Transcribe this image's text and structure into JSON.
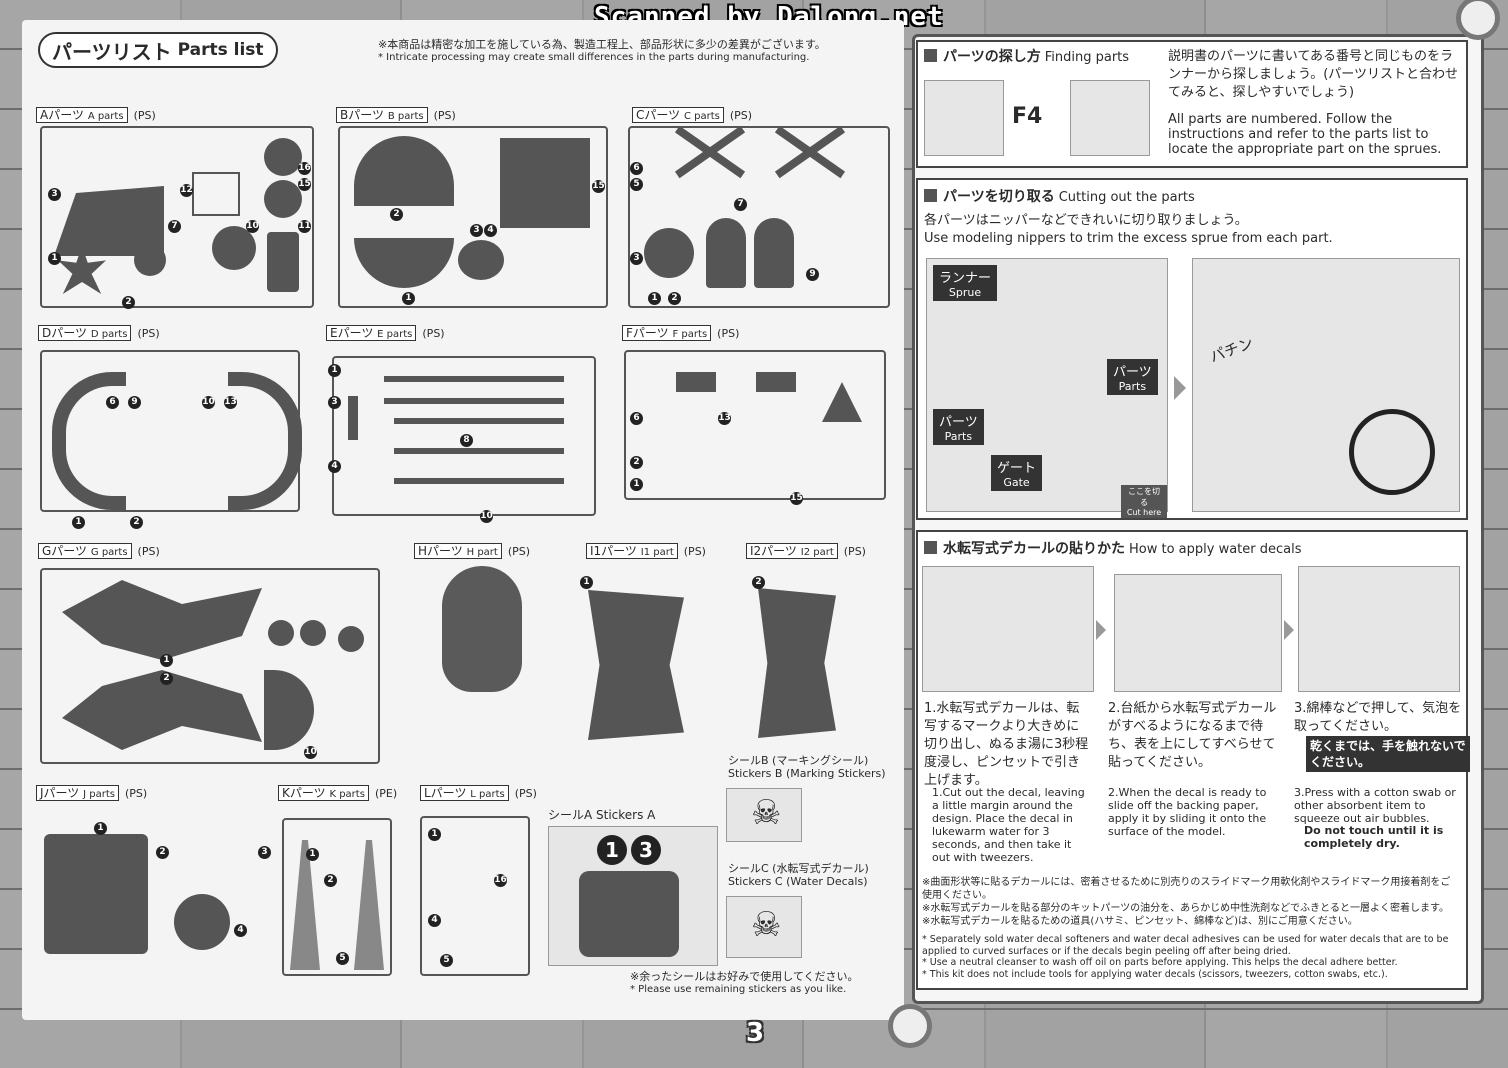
{
  "watermark": "Scanned by Dalong.net",
  "page_number": "3",
  "parts_list": {
    "title_jp": "パーツリスト",
    "title_en": "Parts list",
    "note_jp": "※本商品は精密な加工を施している為、製造工程上、部品形状に多少の差異がございます。",
    "note_en": "* Intricate processing may create small differences in the parts during manufacturing.",
    "sprues": [
      {
        "jp": "Aパーツ",
        "en": "A parts",
        "mat": "(PS)"
      },
      {
        "jp": "Bパーツ",
        "en": "B parts",
        "mat": "(PS)"
      },
      {
        "jp": "Cパーツ",
        "en": "C parts",
        "mat": "(PS)"
      },
      {
        "jp": "Dパーツ",
        "en": "D parts",
        "mat": "(PS)"
      },
      {
        "jp": "Eパーツ",
        "en": "E parts",
        "mat": "(PS)"
      },
      {
        "jp": "Fパーツ",
        "en": "F parts",
        "mat": "(PS)"
      },
      {
        "jp": "Gパーツ",
        "en": "G parts",
        "mat": "(PS)"
      },
      {
        "jp": "Hパーツ",
        "en": "H part",
        "mat": "(PS)"
      },
      {
        "jp": "I1パーツ",
        "en": "I1 part",
        "mat": "(PS)"
      },
      {
        "jp": "I2パーツ",
        "en": "I2 part",
        "mat": "(PS)"
      },
      {
        "jp": "Jパーツ",
        "en": "J parts",
        "mat": "(PS)"
      },
      {
        "jp": "Kパーツ",
        "en": "K parts",
        "mat": "(PE)"
      },
      {
        "jp": "Lパーツ",
        "en": "L parts",
        "mat": "(PS)"
      }
    ],
    "stickers": {
      "a": "シールA Stickers A",
      "b_jp": "シールB (マーキングシール)",
      "b_en": "Stickers B (Marking Stickers)",
      "c_jp": "シールC (水転写式デカール)",
      "c_en": "Stickers C (Water Decals)",
      "note_jp": "※余ったシールはお好みで使用してください。",
      "note_en": "* Please use remaining stickers as you like."
    }
  },
  "finding": {
    "title_jp": "パーツの探し方",
    "title_en": "Finding parts",
    "example": "F4",
    "body_jp": "説明書のパーツに書いてある番号と同じものをランナーから探しましょう。(パーツリストと合わせてみると、探しやすいでしょう)",
    "body_en": "All parts are numbered. Follow the instructions and refer to the parts list to locate the appropriate part on the sprues."
  },
  "cutting": {
    "title_jp": "パーツを切り取る",
    "title_en": "Cutting out the parts",
    "body_jp": "各パーツはニッパーなどできれいに切り取りましょう。",
    "body_en": "Use modeling nippers to trim the excess sprue from each part.",
    "tags": [
      {
        "jp": "ランナー",
        "en": "Sprue"
      },
      {
        "jp": "パーツ",
        "en": "Parts"
      },
      {
        "jp": "パーツ",
        "en": "Parts"
      },
      {
        "jp": "ゲート",
        "en": "Gate"
      }
    ],
    "cut_here_jp": "ここを切る",
    "cut_here_en": "Cut here",
    "snap": "パチン"
  },
  "decals": {
    "title_jp": "水転写式デカールの貼りかた",
    "title_en": "How to apply water decals",
    "steps": [
      {
        "jp": "1.水転写式デカールは、転写するマークより大きめに切り出し、ぬるま湯に3秒程度浸し、ピンセットで引き上げます。",
        "en": "1.Cut out the decal, leaving a little margin around the design. Place the decal in lukewarm water for 3 seconds, and then take it out with tweezers."
      },
      {
        "jp": "2.台紙から水転写式デカールがすべるようになるまで待ち、表を上にしてすべらせて貼ってください。",
        "en": "2.When the decal is ready to slide off the backing paper, apply it by sliding it onto the surface of the model."
      },
      {
        "jp": "3.綿棒などで押して、気泡を取ってください。",
        "jp_strong": "乾くまでは、手を触れないでください。",
        "en": "3.Press with a cotton swab or other absorbent item to squeeze out air bubbles.",
        "en_strong": "Do not touch until it is completely dry."
      }
    ],
    "notes_jp": [
      "※曲面形状等に貼るデカールには、密着させるために別売りのスライドマーク用軟化剤やスライドマーク用接着剤をご使用ください。",
      "※水転写式デカールを貼る部分のキットパーツの油分を、あらかじめ中性洗剤などでふきとると一層よく密着します。",
      "※水転写式デカールを貼るための道具(ハサミ、ピンセット、綿棒など)は、別にご用意ください。"
    ],
    "notes_en": [
      "* Separately sold water decal softeners and water decal adhesives can be used for water decals that are to be applied to curved surfaces or if the decals begin peeling off after being dried.",
      "* Use a neutral cleanser to wash off oil on parts before applying. This helps the decal adhere better.",
      "* This kit does not include tools for applying water decals (scissors, tweezers, cotton swabs, etc.)."
    ]
  }
}
